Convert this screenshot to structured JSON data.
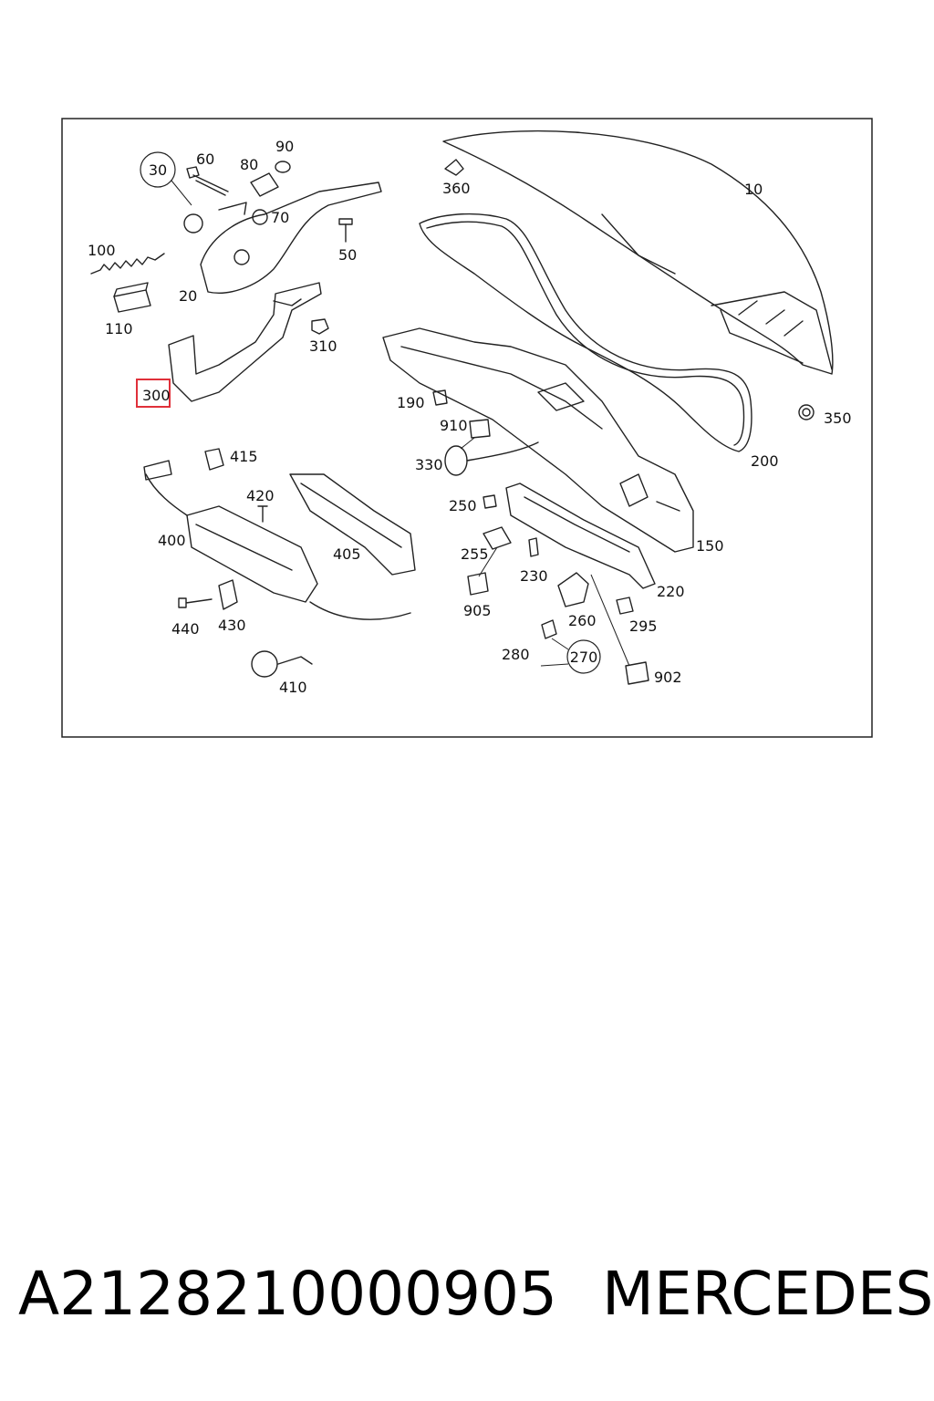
{
  "diagram": {
    "highlight_color": "#e0303a",
    "labels": {
      "p10": "10",
      "p20": "20",
      "p30": "30",
      "p50": "50",
      "p60": "60",
      "p70": "70",
      "p80": "80",
      "p90": "90",
      "p100": "100",
      "p110": "110",
      "p150": "150",
      "p190": "190",
      "p200": "200",
      "p220": "220",
      "p230": "230",
      "p250": "250",
      "p255": "255",
      "p260": "260",
      "p270": "270",
      "p280": "280",
      "p295": "295",
      "p300": "300",
      "p310": "310",
      "p330": "330",
      "p350": "350",
      "p360": "360",
      "p400": "400",
      "p405": "405",
      "p410": "410",
      "p415": "415",
      "p420": "420",
      "p430": "430",
      "p440": "440",
      "p902": "902",
      "p905": "905",
      "p910": "910"
    }
  },
  "footer": {
    "part_number": "A2128210000905",
    "brand": "MERCEDES"
  }
}
